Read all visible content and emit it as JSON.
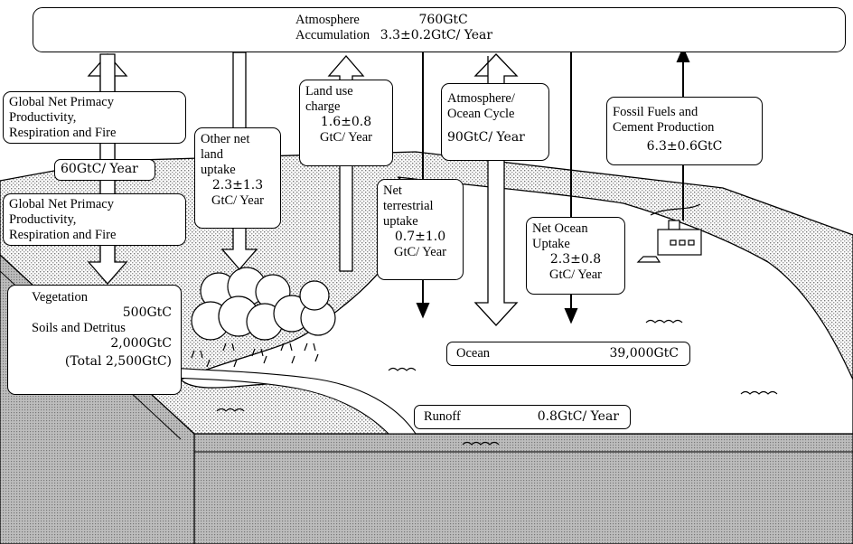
{
  "atmosphere": {
    "name": "Atmosphere",
    "stock": "760GtC",
    "accumulation_label": "Accumulation",
    "accumulation_value": "3.3±0.2GtC/ Year"
  },
  "gnpp_up": {
    "line1": "Global Net Primacy",
    "line2": "Productivity,",
    "line3": "Respiration and Fire"
  },
  "gnpp_flux": "60GtC/ Year",
  "gnpp_down": {
    "line1": "Global Net Primacy",
    "line2": "Productivity,",
    "line3": "Respiration and Fire"
  },
  "other_net_land": {
    "line1": "Other net",
    "line2": "land",
    "line3": "uptake",
    "value": "2.3±1.3",
    "unit": "GtC/ Year"
  },
  "land_use": {
    "line1": "Land use",
    "line2": "charge",
    "value": "1.6±0.8",
    "unit": "GtC/ Year"
  },
  "net_terrestrial": {
    "line1": "Net",
    "line2": "terrestrial",
    "line3": "uptake",
    "value": "0.7±1.0",
    "unit": "GtC/ Year"
  },
  "atm_ocean": {
    "line1": "Atmosphere/",
    "line2": "Ocean Cycle",
    "value": "90GtC/ Year"
  },
  "net_ocean": {
    "line1": "Net Ocean",
    "line2": "Uptake",
    "value": "2.3±0.8",
    "unit": "GtC/ Year"
  },
  "fossil": {
    "line1": "Fossil Fuels and",
    "line2": "Cement Production",
    "value": "6.3±0.6GtC"
  },
  "vegetation": {
    "veg_label": "Vegetation",
    "veg_value": "500GtC",
    "soil_label": "Soils and Detritus",
    "soil_value": "2,000GtC",
    "total": "(Total 2,500GtC)"
  },
  "ocean": {
    "label": "Ocean",
    "value": "39,000GtC"
  },
  "runoff": {
    "label": "Runoff",
    "value": "0.8GtC/ Year"
  },
  "colors": {
    "line": "#000000",
    "land_stipple": "#c8c8c8",
    "box_fill": "#ffffff"
  }
}
